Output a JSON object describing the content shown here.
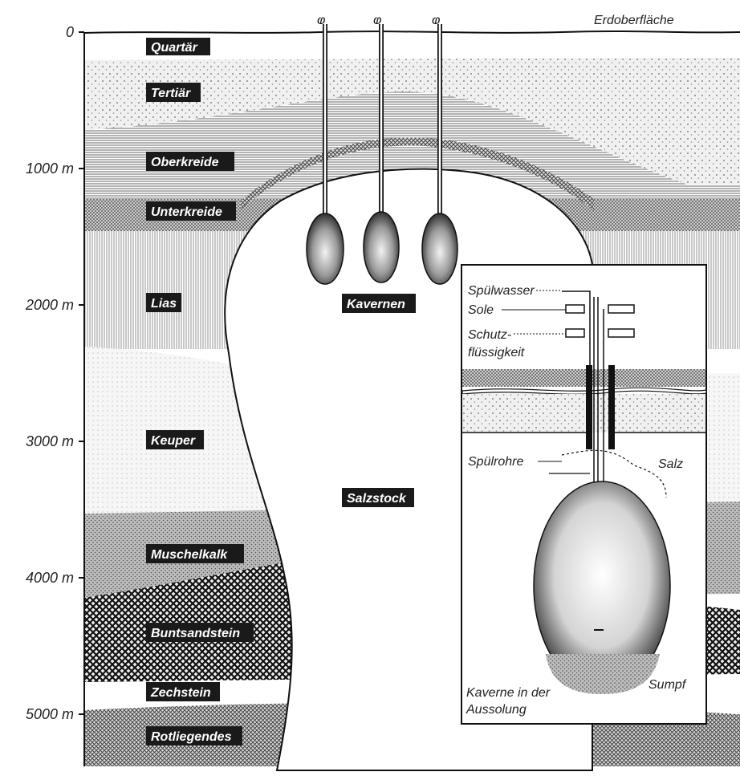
{
  "surface_label": "Erdoberfläche",
  "depth_ticks": [
    "0",
    "1000 m",
    "2000 m",
    "3000 m",
    "4000 m",
    "5000 m"
  ],
  "layers": [
    "Quartär",
    "Tertiär",
    "Oberkreide",
    "Unterkreide",
    "Lias",
    "Keuper",
    "Muschelkalk",
    "Buntsandstein",
    "Zechstein",
    "Rotliegendes"
  ],
  "caverns_label": "Kavernen",
  "salt_dome_label": "Salzstock",
  "inset": {
    "pipes": [
      "Spülwasser",
      "Sole"
    ],
    "protective_fluid": [
      "Schutz-",
      "flüssigkeit"
    ],
    "pipes_label": "Spülrohre",
    "salt_label": "Salz",
    "sump_label": "Sumpf",
    "cavern_caption": [
      "Kaverne in der",
      "Aussolung"
    ]
  },
  "colors": {
    "ink": "#111111",
    "paper": "#ffffff",
    "label_bg": "#1a1a1a"
  }
}
